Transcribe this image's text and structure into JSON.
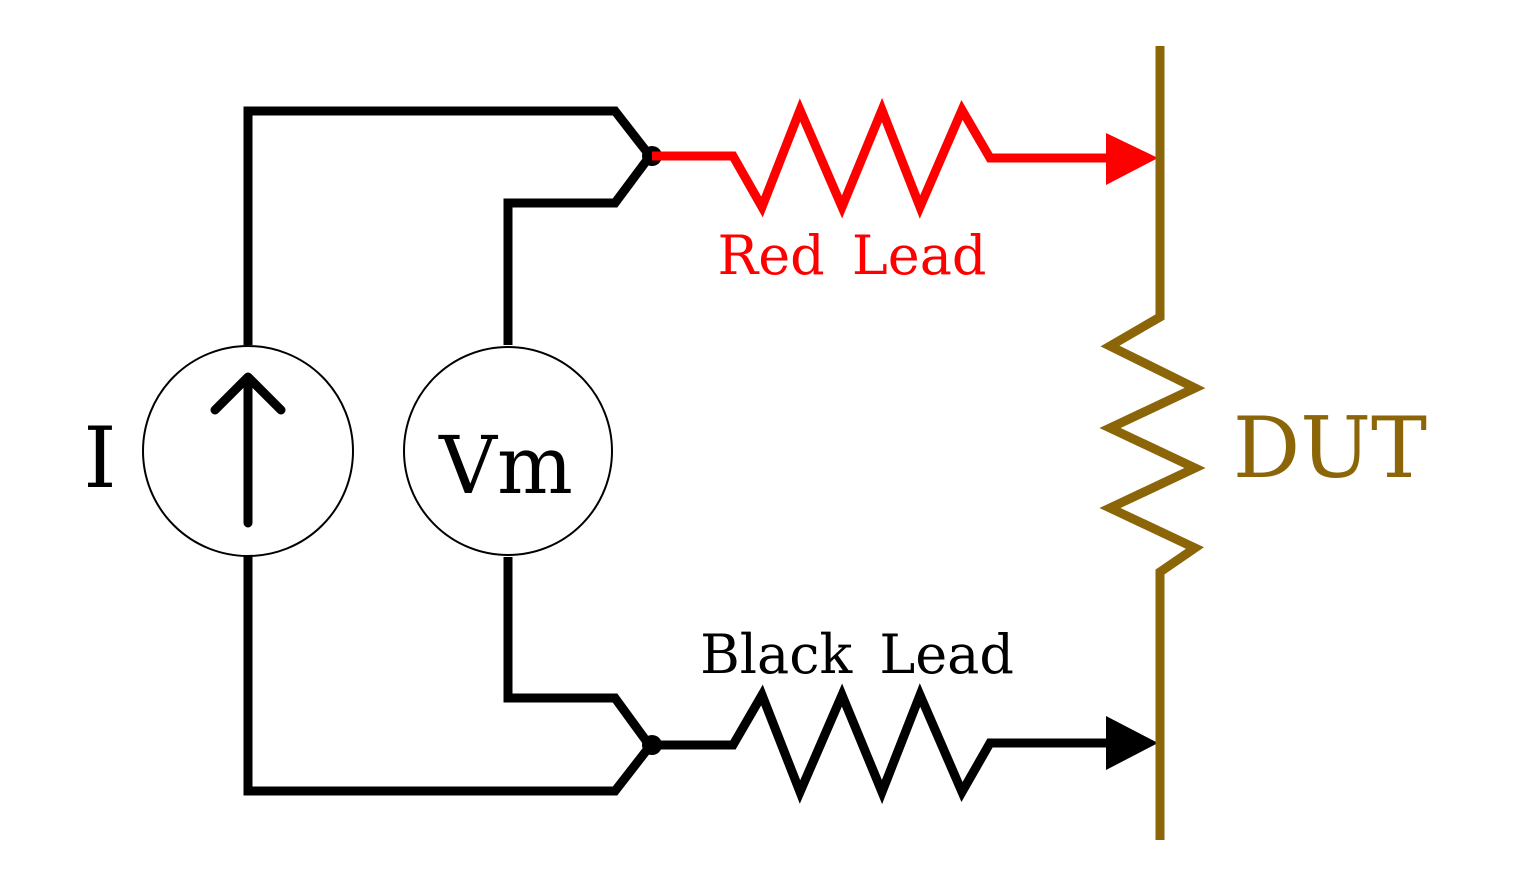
{
  "diagram": {
    "labels": {
      "current_source": "I",
      "voltmeter": "Vm",
      "red_lead": "Red Lead",
      "black_lead": "Black Lead",
      "dut": "DUT"
    },
    "colors": {
      "wire": "#000000",
      "red_lead": "#ff0000",
      "black_lead": "#000000",
      "dut": "#8b6508",
      "background": "#ffffff"
    }
  }
}
